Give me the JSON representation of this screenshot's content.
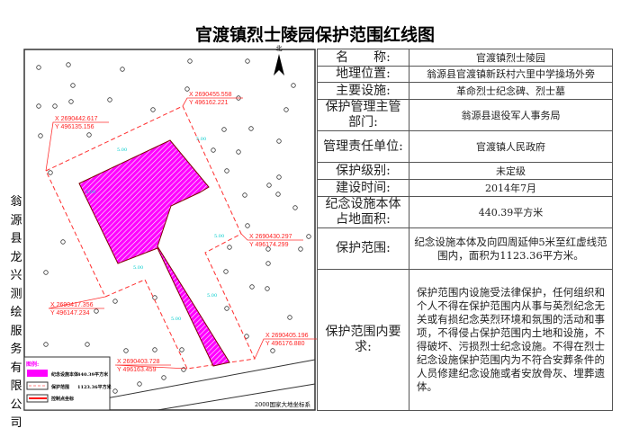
{
  "title": "官渡镇烈士陵园保护范围红线图",
  "side_text": "翁源县龙兴测绘服务有限公司",
  "map": {
    "north_label": "北",
    "coordinates": [
      {
        "x": "X 2690455.558",
        "y": "Y 496162.221"
      },
      {
        "x": "X 2690442.617",
        "y": "Y 496135.156"
      },
      {
        "x": "X 2690430.297",
        "y": "Y 496174.299"
      },
      {
        "x": "X 2690417.356",
        "y": "Y 496147.234"
      },
      {
        "x": "X 2690405.196",
        "y": "Y 496176.880"
      },
      {
        "x": "X 2690403.728",
        "y": "Y 496163.459"
      }
    ],
    "offset_label": "5.00",
    "crs": "2000国家大地坐标系",
    "legend": {
      "title": "图例:",
      "items": [
        {
          "label": "纪念设施本体",
          "value": "440.39平方米",
          "color": "#ff00ff"
        },
        {
          "label": "保护范围",
          "value": "1123.36平方米",
          "color": "#ff4040"
        },
        {
          "label": "控制点坐标",
          "value": ""
        }
      ]
    },
    "colors": {
      "boundary": "#ff3030",
      "facility": "#ff00ff",
      "offset": "#00cccc"
    }
  },
  "table": [
    {
      "k": "名　　称:",
      "v": "官渡镇烈士陵园"
    },
    {
      "k": "地理位置:",
      "v": "翁源县官渡镇新跃村六里中学操场外旁"
    },
    {
      "k": "主要设施:",
      "v": "革命烈士纪念碑、烈士墓"
    },
    {
      "k": "保护管理主管部门:",
      "v": "翁源县退役军人事务局"
    },
    {
      "k": "管理责任单位:",
      "v": "官渡镇人民政府"
    },
    {
      "k": "保护级别:",
      "v": "未定级"
    },
    {
      "k": "建设时间:",
      "v": "2014年7月"
    },
    {
      "k": "纪念设施本体占地面积:",
      "v": "440.39平方米"
    },
    {
      "k": "保护范围:",
      "v": "纪念设施本体及向四周延伸5米至红虚线范围内，面积为1123.36平方米。"
    },
    {
      "k": "保护范围内要求:",
      "v": "保护范围内设施受法律保护，任何组织和个人不得在保护范围内从事与英烈纪念无关或有损纪念英烈环境和氛围的活动和事项，不得侵占保护范围内土地和设施，不得破坏、污损烈士纪念设施。不得在烈士纪念设施保护范围内为不符合安葬条件的人员修建纪念设施或者安放骨灰、埋葬遗体。"
    }
  ]
}
